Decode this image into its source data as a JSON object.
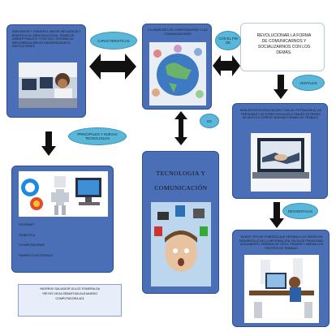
{
  "boxes": {
    "innovation": "Innovador y creativo, mayor influencia y beneficio al área educativa, temas de debate público y político, sistema su implementación en universidades e instituciones.",
    "globe_caption": "La union de los computadoras y las comunicaciones",
    "revolution": "Revolucionar la forma de comunicarnos y socializarnos con los demás.",
    "advantages": "Adelantos en educación y salud, potenciar a las personas y actores sociales a través de redes de apoyo e ofrece nuevas formas de trabajo.",
    "center_title": "TECNOLOGIA Y COMUNICACIÓN",
    "applications": [
      "*INTERNET",
      "*ROBOTICA",
      "*COMPUTADORAS",
      "*DINERO ELECTRONICO"
    ],
    "disadvantages": "Nuevo tipo de pobreza que separa a los países en desarrollo de la información, falta de privacidad, aislamiento, pérdida de tipos, fraude y merma los puestos de trabajo."
  },
  "clouds": {
    "caracteristicas": "CARACTERISTICAS",
    "fin": "CON EL FIN DE",
    "ventajas": "VENTAJAS",
    "es": "ES",
    "principales": "PRINCIPALES Y NUEVAS TECNOLOGIAS",
    "desventajas": "DESVENTAJAS"
  },
  "credits": [
    "*MORENO SALVADOR DULCE ESMERALDA",
    "*REYES VEGA SEBASTIAN ALEJANDRO",
    "COMPUTADORA 403"
  ],
  "colors": {
    "box": "#4a6fb6",
    "cloud": "#5ab7d9",
    "arrow": "#111111"
  }
}
